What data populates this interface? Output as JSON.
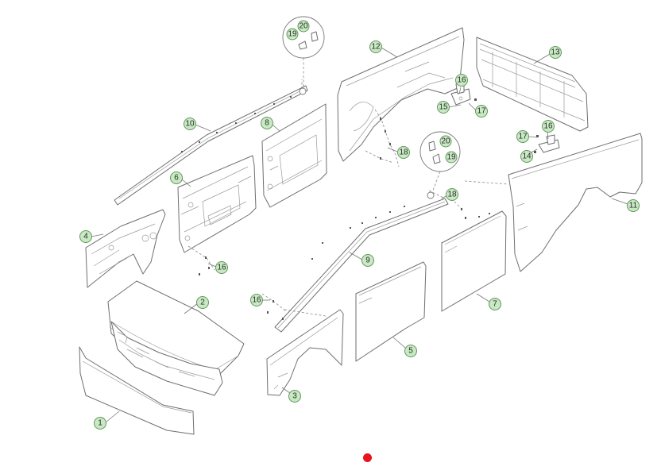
{
  "diagram": {
    "callouts": [
      {
        "id": "c1",
        "label": "1"
      },
      {
        "id": "c2",
        "label": "2"
      },
      {
        "id": "c3",
        "label": "3"
      },
      {
        "id": "c4",
        "label": "4"
      },
      {
        "id": "c5",
        "label": "5"
      },
      {
        "id": "c6",
        "label": "6"
      },
      {
        "id": "c7",
        "label": "7"
      },
      {
        "id": "c8",
        "label": "8"
      },
      {
        "id": "c9",
        "label": "9"
      },
      {
        "id": "c10",
        "label": "10"
      },
      {
        "id": "c11",
        "label": "11"
      },
      {
        "id": "c12",
        "label": "12"
      },
      {
        "id": "c13",
        "label": "13"
      },
      {
        "id": "c14",
        "label": "14"
      },
      {
        "id": "c15",
        "label": "15"
      },
      {
        "id": "c16a",
        "label": "16"
      },
      {
        "id": "c16b",
        "label": "16"
      },
      {
        "id": "c16c",
        "label": "16"
      },
      {
        "id": "c16d",
        "label": "16"
      },
      {
        "id": "c17a",
        "label": "17"
      },
      {
        "id": "c17b",
        "label": "17"
      },
      {
        "id": "c18a",
        "label": "18"
      },
      {
        "id": "c18b",
        "label": "18"
      },
      {
        "id": "c19a",
        "label": "19"
      },
      {
        "id": "c19b",
        "label": "19"
      },
      {
        "id": "c20a",
        "label": "20"
      },
      {
        "id": "c20b",
        "label": "20"
      }
    ]
  },
  "indicator": {
    "color": "#e8141c"
  },
  "colors": {
    "callout_fill": "#c9e8c4",
    "callout_stroke": "#5f9a58",
    "line": "#6f6f6f"
  }
}
